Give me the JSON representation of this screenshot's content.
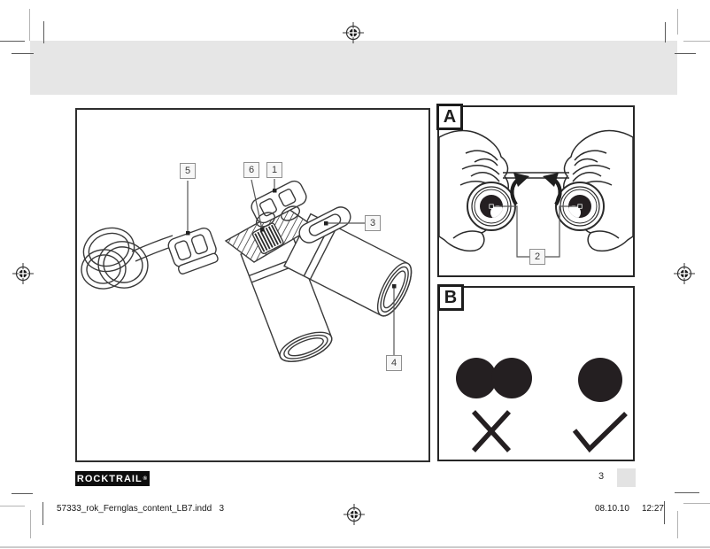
{
  "document": {
    "footer_left": "57333_rok_Fernglas_content_LB7.indd   3",
    "footer_date": "08.10.10",
    "footer_time": "12:27",
    "page_number": "3",
    "logo_text": "ROCKTRAIL",
    "logo_trademark": "®"
  },
  "figure_labels": {
    "panel_a": "A",
    "panel_b": "B"
  },
  "callouts": {
    "c1": "1",
    "c2": "2",
    "c3": "3",
    "c4": "4",
    "c5": "5",
    "c6": "6"
  },
  "icons": {
    "registration_mark": "crosshair-target-icon",
    "wrong_mark": "x-cross-icon",
    "correct_mark": "check-icon"
  },
  "colors": {
    "ink": "#3a3a3a",
    "solid_black": "#241f21",
    "gray_bar": "#e6e6e6",
    "callout_border": "#8f8f8f",
    "logo_bg": "#0d0d0d"
  }
}
